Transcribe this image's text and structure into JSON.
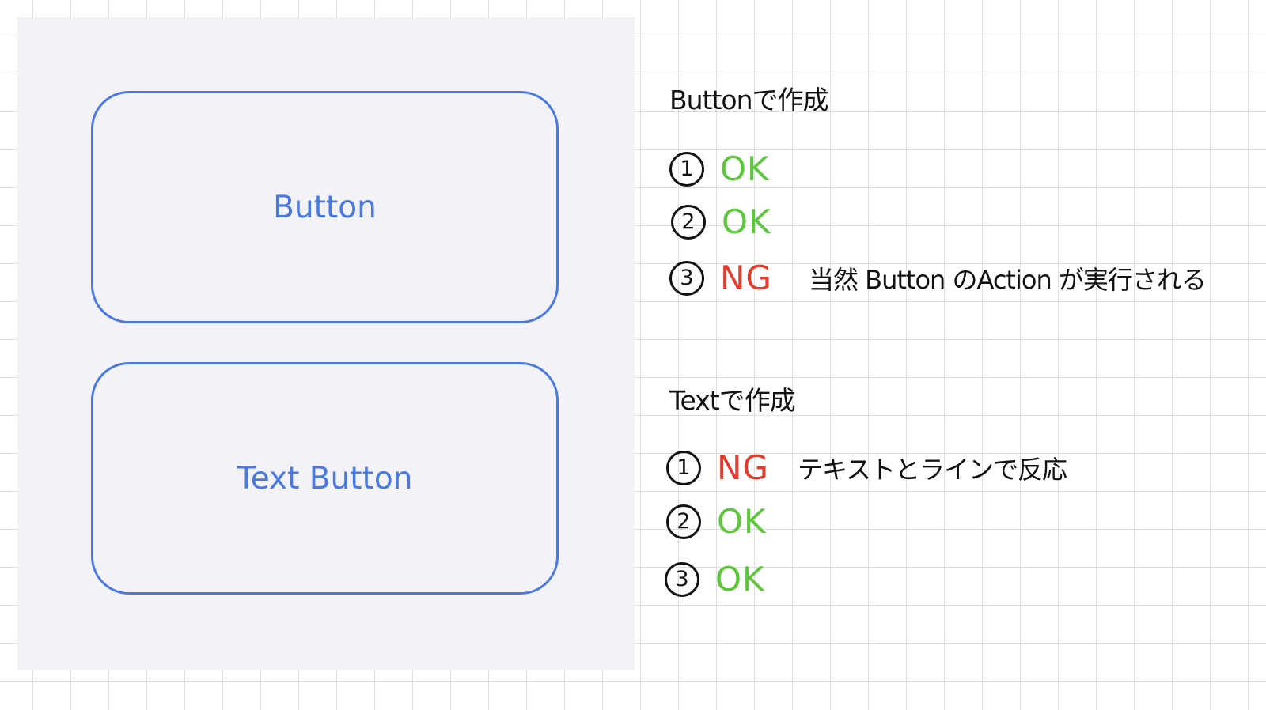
{
  "preview": {
    "buttons": [
      {
        "label": "Button"
      },
      {
        "label": "Text Button"
      }
    ]
  },
  "notes": {
    "sections": [
      {
        "heading": "Buttonで作成",
        "items": [
          {
            "number": "1",
            "result": "OK",
            "status": "ok",
            "comment": ""
          },
          {
            "number": "2",
            "result": "OK",
            "status": "ok",
            "comment": ""
          },
          {
            "number": "3",
            "result": "NG",
            "status": "ng",
            "comment": "当然 Button のAction が実行される"
          }
        ]
      },
      {
        "heading": "Textで作成",
        "items": [
          {
            "number": "1",
            "result": "NG",
            "status": "ng",
            "comment": "テキストとラインで反応"
          },
          {
            "number": "2",
            "result": "OK",
            "status": "ok",
            "comment": ""
          },
          {
            "number": "3",
            "result": "OK",
            "status": "ok",
            "comment": ""
          }
        ]
      }
    ]
  },
  "colors": {
    "accent": "#4a7ae0",
    "ok": "#5dc63d",
    "ng": "#e23c2d",
    "panel": "#f2f2f7"
  }
}
